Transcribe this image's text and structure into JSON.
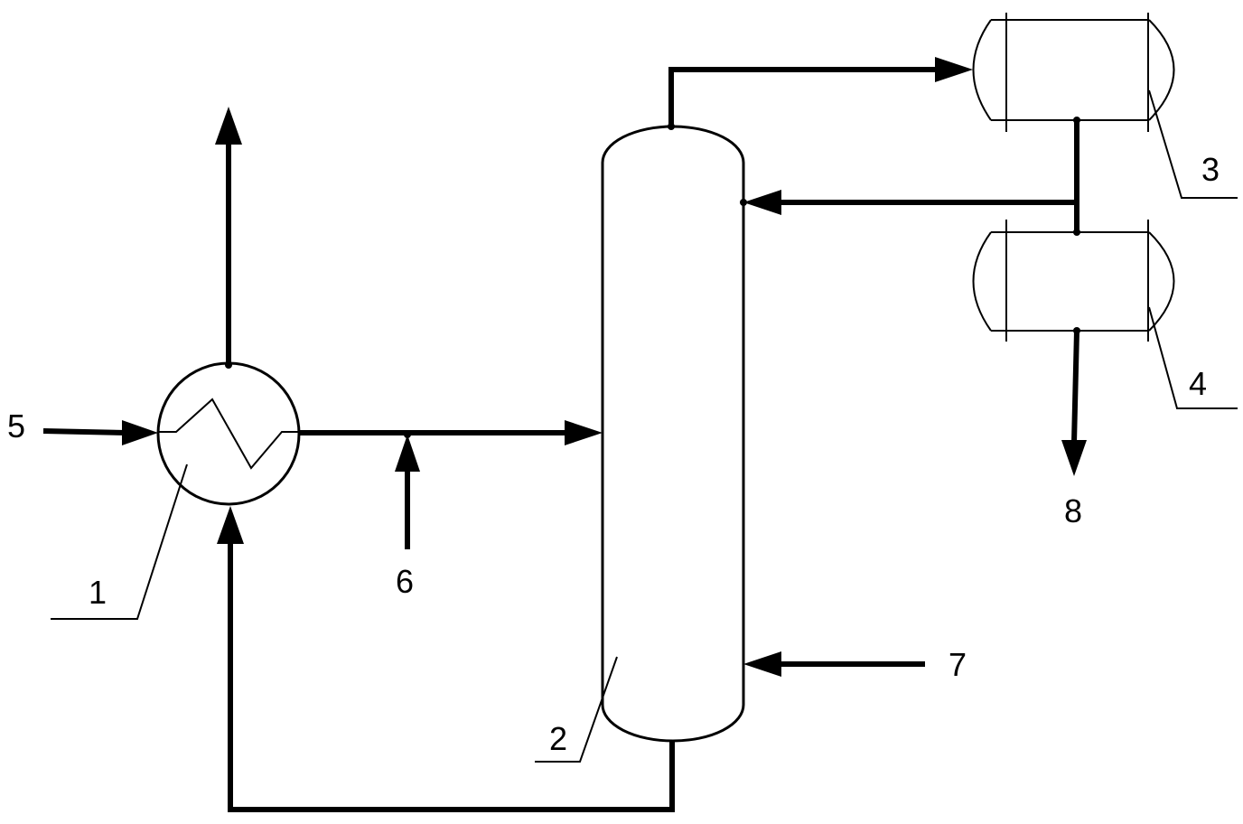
{
  "diagram": {
    "equipment": {
      "heat_exchanger": {
        "number": "1"
      },
      "column": {
        "number": "2"
      },
      "drum_upper": {
        "number": "3"
      },
      "drum_lower": {
        "number": "4"
      }
    },
    "streams": {
      "feed_in": {
        "number": "5"
      },
      "side_feed": {
        "number": "6"
      },
      "bottom_feed": {
        "number": "7"
      },
      "product_out": {
        "number": "8"
      }
    }
  }
}
